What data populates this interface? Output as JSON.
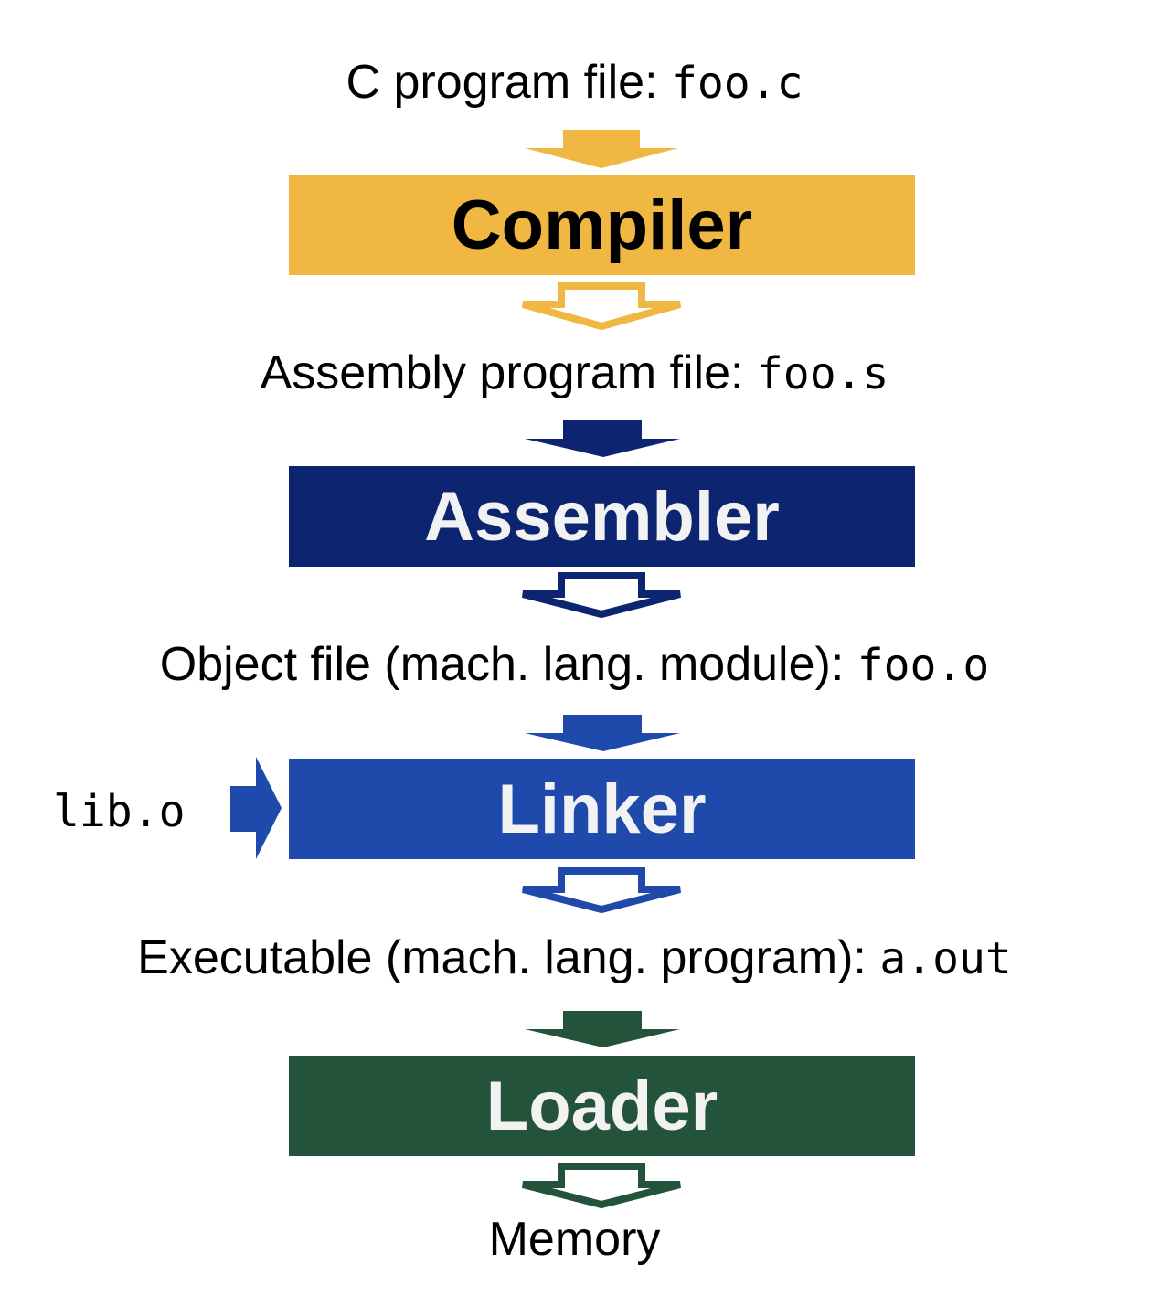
{
  "colors": {
    "compiler": "#f0b843",
    "assembler": "#0d2571",
    "linker": "#1f4aab",
    "loader": "#23533a"
  },
  "labels": {
    "c_file": {
      "text": "C program file: ",
      "code": "foo.c"
    },
    "asm_file": {
      "text": "Assembly program file: ",
      "code": "foo.s"
    },
    "obj_file": {
      "text": "Object file (mach. lang. module): ",
      "code": "foo.o"
    },
    "exe_file": {
      "text": "Executable (mach. lang. program): ",
      "code": "a.out"
    },
    "memory": "Memory",
    "lib": "lib.o"
  },
  "stages": {
    "compiler": "Compiler",
    "assembler": "Assembler",
    "linker": "Linker",
    "loader": "Loader"
  }
}
